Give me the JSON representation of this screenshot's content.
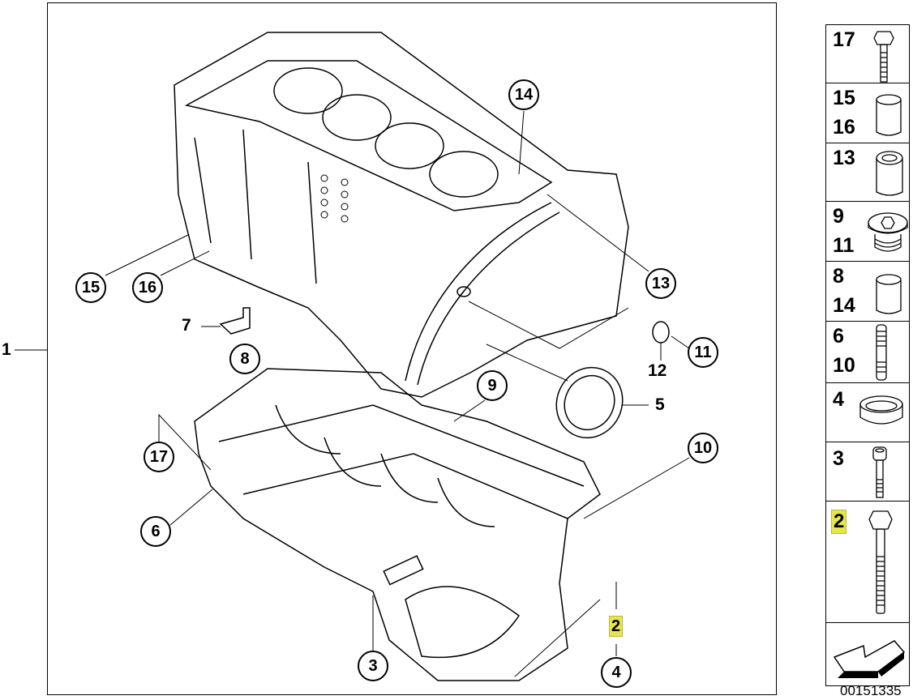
{
  "diagram": {
    "assembly_label": "1",
    "callouts_circled": [
      "14",
      "15",
      "16",
      "13",
      "8",
      "11",
      "9",
      "17",
      "10",
      "6",
      "3",
      "4"
    ],
    "callouts_plain": [
      "7",
      "12",
      "5"
    ],
    "highlighted_callout": "2"
  },
  "legend": {
    "rows": [
      {
        "numbers": [
          "17"
        ],
        "part_icon": "hex-bolt-icon"
      },
      {
        "numbers": [
          "15",
          "16"
        ],
        "part_icon": "dowel-sleeve-icon"
      },
      {
        "numbers": [
          "13"
        ],
        "part_icon": "hollow-dowel-icon"
      },
      {
        "numbers": [
          "9",
          "11"
        ],
        "part_icon": "screw-plug-icon"
      },
      {
        "numbers": [
          "8",
          "14"
        ],
        "part_icon": "dowel-sleeve-icon"
      },
      {
        "numbers": [
          "6",
          "10"
        ],
        "part_icon": "stud-bolt-icon"
      },
      {
        "numbers": [
          "4"
        ],
        "part_icon": "shaft-seal-ring-icon"
      },
      {
        "numbers": [
          "3"
        ],
        "part_icon": "socket-head-bolt-icon"
      },
      {
        "numbers": [
          "2"
        ],
        "part_icon": "long-hex-bolt-icon",
        "highlighted": true
      },
      {
        "numbers": [],
        "part_icon": "navigation-arrow-icon"
      }
    ]
  },
  "document_id": "00151335",
  "colors": {
    "highlight": "#e6e64a"
  }
}
